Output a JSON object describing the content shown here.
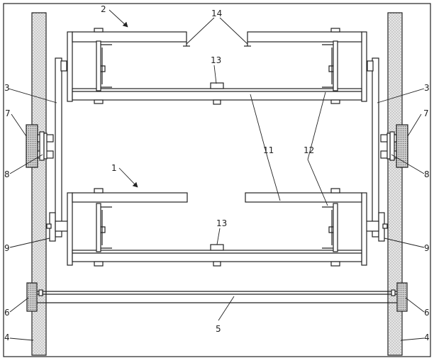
{
  "figure": {
    "labels": {
      "n1": "1",
      "n2": "2",
      "n3_left": "3",
      "n3_right": "3",
      "n4_left": "4",
      "n4_right": "4",
      "n5": "5",
      "n6_left": "6",
      "n6_right": "6",
      "n7_left": "7",
      "n7_right": "7",
      "n8_left": "8",
      "n8_right": "8",
      "n9_left": "9",
      "n9_right": "9",
      "n11_left": "11",
      "n11_right": "11",
      "n12_left": "12",
      "n12_right": "12",
      "n13_top": "13",
      "n13_bottom": "13",
      "n14": "14"
    },
    "colors": {
      "line": "#222222",
      "hatch": "#9a9a9a",
      "block": "#c8c8c8",
      "background": "#ffffff"
    }
  }
}
